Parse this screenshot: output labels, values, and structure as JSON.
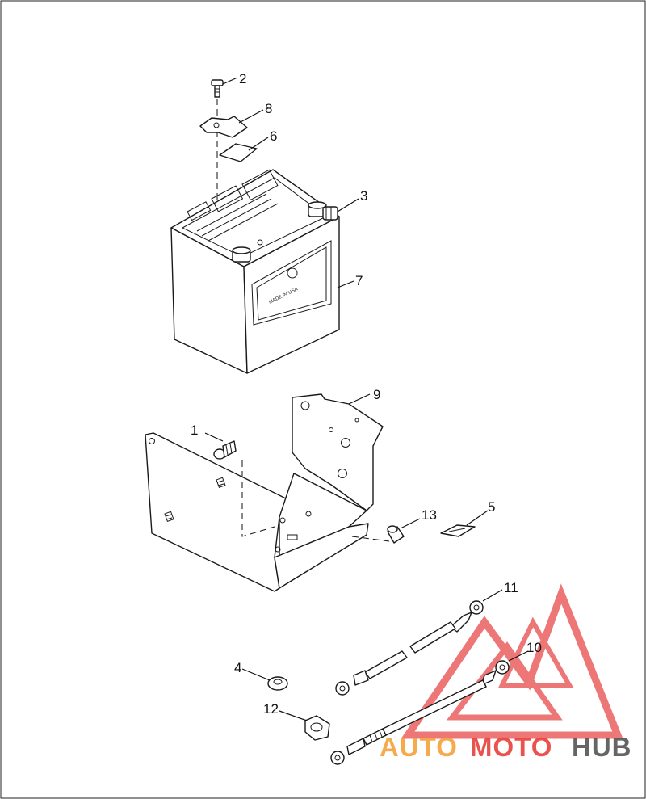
{
  "diagram": {
    "callouts": [
      {
        "id": "1",
        "label": "1"
      },
      {
        "id": "2",
        "label": "2"
      },
      {
        "id": "3",
        "label": "3"
      },
      {
        "id": "4",
        "label": "4"
      },
      {
        "id": "5",
        "label": "5"
      },
      {
        "id": "6",
        "label": "6"
      },
      {
        "id": "7",
        "label": "7"
      },
      {
        "id": "8",
        "label": "8"
      },
      {
        "id": "9",
        "label": "9"
      },
      {
        "id": "10",
        "label": "10"
      },
      {
        "id": "11",
        "label": "11"
      },
      {
        "id": "12",
        "label": "12"
      },
      {
        "id": "13",
        "label": "13"
      }
    ],
    "battery_face_text": "MADE IN USA"
  },
  "watermark": {
    "part_orange": "AUTO",
    "part_red": "MOTO",
    "part_gray": "HUB",
    "colors": {
      "orange": "#f4a23a",
      "red": "#e8413a",
      "gray": "#555555",
      "triangle": "#e84a4a"
    }
  }
}
